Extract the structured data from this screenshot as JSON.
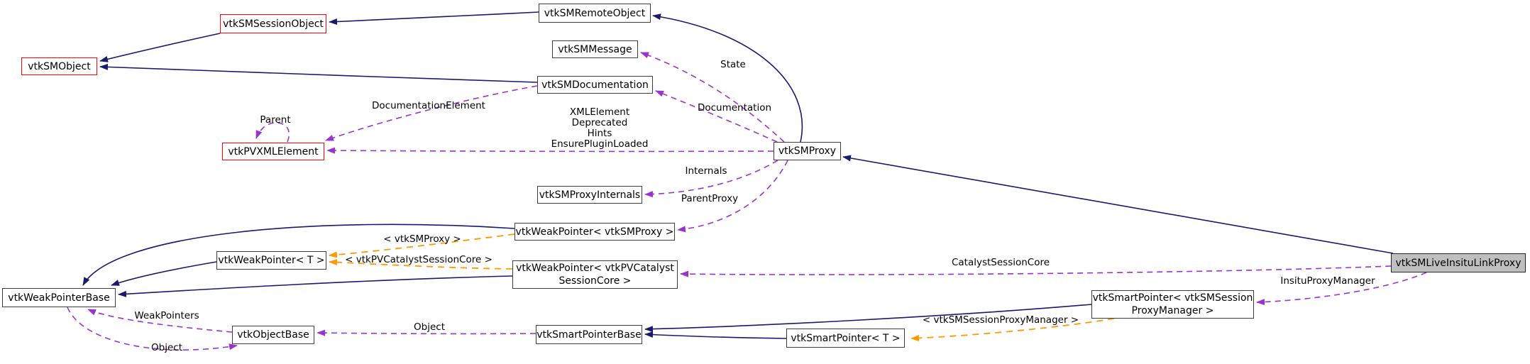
{
  "diagram": {
    "kind": "doxygen-collaboration-graph",
    "main_class": "vtkSMLiveInsituLinkProxy",
    "colors": {
      "inheritance": "#191970",
      "usage": "#9a32cd",
      "template": "#ff9900",
      "node_border": "#3d3d3d",
      "external_node_border": "#ff0000",
      "main_node_fill": "#bfbfbf",
      "background": "#ffffff",
      "text": "#000000"
    },
    "nodes": [
      {
        "id": "vtkSMObject",
        "label": "vtkSMObject",
        "style": "external"
      },
      {
        "id": "vtkSMSessionObject",
        "label": "vtkSMSessionObject",
        "style": "external"
      },
      {
        "id": "vtkSMRemoteObject",
        "label": "vtkSMRemoteObject",
        "style": "normal"
      },
      {
        "id": "vtkSMMessage",
        "label": "vtkSMMessage",
        "style": "normal"
      },
      {
        "id": "vtkSMDocumentation",
        "label": "vtkSMDocumentation",
        "style": "normal"
      },
      {
        "id": "vtkPVXMLElement",
        "label": "vtkPVXMLElement",
        "style": "external"
      },
      {
        "id": "vtkSMProxy",
        "label": "vtkSMProxy",
        "style": "normal"
      },
      {
        "id": "vtkSMProxyInternals",
        "label": "vtkSMProxyInternals",
        "style": "normal"
      },
      {
        "id": "vtkWeakPointer_vtkSMProxy",
        "label": "vtkWeakPointer< vtkSMProxy >",
        "style": "normal"
      },
      {
        "id": "vtkWeakPointer_vtkPVCatalystSessionCore",
        "label": "vtkWeakPointer< vtkPVCatalystSessionCore >",
        "lines": [
          "vtkWeakPointer< vtkPVCatalyst",
          "SessionCore >"
        ],
        "style": "normal"
      },
      {
        "id": "vtkWeakPointer_T",
        "label": "vtkWeakPointer< T >",
        "style": "normal"
      },
      {
        "id": "vtkWeakPointerBase",
        "label": "vtkWeakPointerBase",
        "style": "normal"
      },
      {
        "id": "vtkObjectBase",
        "label": "vtkObjectBase",
        "style": "normal"
      },
      {
        "id": "vtkSmartPointerBase",
        "label": "vtkSmartPointerBase",
        "style": "normal"
      },
      {
        "id": "vtkSmartPointer_T",
        "label": "vtkSmartPointer< T >",
        "style": "normal"
      },
      {
        "id": "vtkSmartPointer_vtkSMSessionProxyManager",
        "label": "vtkSmartPointer< vtkSMSessionProxyManager >",
        "lines": [
          "vtkSmartPointer< vtkSMSession",
          "ProxyManager >"
        ],
        "style": "normal"
      },
      {
        "id": "vtkSMLiveInsituLinkProxy",
        "label": "vtkSMLiveInsituLinkProxy",
        "style": "main"
      }
    ],
    "edge_labels": [
      {
        "text": "State"
      },
      {
        "text": "Documentation"
      },
      {
        "text": "DocumentationElement"
      },
      {
        "text": "Parent"
      },
      {
        "lines": [
          "XMLElement",
          "Deprecated",
          "Hints",
          "EnsurePluginLoaded"
        ],
        "text": "XMLElement Deprecated Hints EnsurePluginLoaded"
      },
      {
        "text": "Internals"
      },
      {
        "text": "ParentProxy"
      },
      {
        "text": "< vtkSMProxy >"
      },
      {
        "text": "< vtkPVCatalystSessionCore >"
      },
      {
        "text": "CatalystSessionCore"
      },
      {
        "text": "InsituProxyManager"
      },
      {
        "text": "< vtkSMSessionProxyManager >"
      },
      {
        "text": "WeakPointers"
      },
      {
        "text": "Object"
      },
      {
        "text": "Object"
      }
    ],
    "relations": [
      {
        "from": "vtkSMRemoteObject",
        "to": "vtkSMSessionObject",
        "type": "inheritance"
      },
      {
        "from": "vtkSMSessionObject",
        "to": "vtkSMObject",
        "type": "inheritance"
      },
      {
        "from": "vtkSMDocumentation",
        "to": "vtkSMObject",
        "type": "inheritance"
      },
      {
        "from": "vtkSMProxy",
        "to": "vtkSMRemoteObject",
        "type": "inheritance"
      },
      {
        "from": "vtkSMLiveInsituLinkProxy",
        "to": "vtkSMProxy",
        "type": "inheritance"
      },
      {
        "from": "vtkWeakPointer< vtkSMProxy >",
        "to": "vtkWeakPointerBase",
        "type": "inheritance"
      },
      {
        "from": "vtkWeakPointer< T >",
        "to": "vtkWeakPointerBase",
        "type": "inheritance"
      },
      {
        "from": "vtkWeakPointer< vtkPVCatalystSessionCore >",
        "to": "vtkWeakPointerBase",
        "type": "inheritance"
      },
      {
        "from": "vtkSmartPointer< T >",
        "to": "vtkSmartPointerBase",
        "type": "inheritance"
      },
      {
        "from": "vtkSmartPointer< vtkSMSessionProxyManager >",
        "to": "vtkSmartPointerBase",
        "type": "inheritance"
      },
      {
        "from": "vtkSMProxy",
        "to": "vtkSMMessage",
        "type": "usage",
        "label": "State"
      },
      {
        "from": "vtkSMProxy",
        "to": "vtkSMDocumentation",
        "type": "usage",
        "label": "Documentation"
      },
      {
        "from": "vtkSMDocumentation",
        "to": "vtkPVXMLElement",
        "type": "usage",
        "label": "DocumentationElement"
      },
      {
        "from": "vtkSMProxy",
        "to": "vtkPVXMLElement",
        "type": "usage",
        "label": "XMLElement Deprecated Hints EnsurePluginLoaded"
      },
      {
        "from": "vtkPVXMLElement",
        "to": "vtkPVXMLElement",
        "type": "usage",
        "label": "Parent"
      },
      {
        "from": "vtkSMProxy",
        "to": "vtkSMProxyInternals",
        "type": "usage",
        "label": "Internals"
      },
      {
        "from": "vtkSMProxy",
        "to": "vtkWeakPointer< vtkSMProxy >",
        "type": "usage",
        "label": "ParentProxy"
      },
      {
        "from": "vtkSMLiveInsituLinkProxy",
        "to": "vtkWeakPointer< vtkPVCatalystSessionCore >",
        "type": "usage",
        "label": "CatalystSessionCore"
      },
      {
        "from": "vtkSMLiveInsituLinkProxy",
        "to": "vtkSmartPointer< vtkSMSessionProxyManager >",
        "type": "usage",
        "label": "InsituProxyManager"
      },
      {
        "from": "vtkObjectBase",
        "to": "vtkWeakPointerBase",
        "type": "usage",
        "label": "WeakPointers"
      },
      {
        "from": "vtkWeakPointerBase",
        "to": "vtkObjectBase",
        "type": "usage",
        "label": "Object"
      },
      {
        "from": "vtkSmartPointerBase",
        "to": "vtkObjectBase",
        "type": "usage",
        "label": "Object"
      },
      {
        "from": "vtkWeakPointer< vtkSMProxy >",
        "to": "vtkWeakPointer< T >",
        "type": "template-instance",
        "label": "< vtkSMProxy >"
      },
      {
        "from": "vtkWeakPointer< vtkPVCatalystSessionCore >",
        "to": "vtkWeakPointer< T >",
        "type": "template-instance",
        "label": "< vtkPVCatalystSessionCore >"
      },
      {
        "from": "vtkSmartPointer< vtkSMSessionProxyManager >",
        "to": "vtkSmartPointer< T >",
        "type": "template-instance",
        "label": "< vtkSMSessionProxyManager >"
      }
    ]
  }
}
